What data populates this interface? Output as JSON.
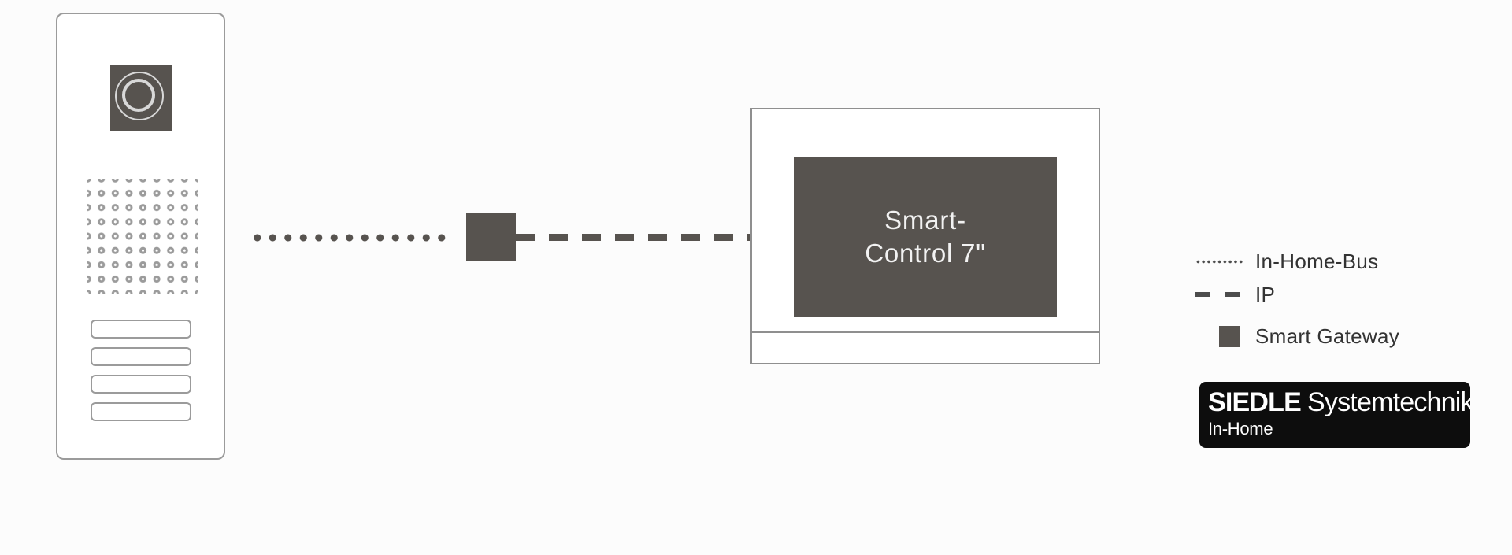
{
  "door_station": {
    "call_button_count": 4,
    "speaker_grid_rows": 8,
    "speaker_grid_cols": 8
  },
  "monitor": {
    "lines": [
      "Smart-",
      "Control 7\""
    ]
  },
  "legend": {
    "items": [
      {
        "symbol": "dotted-line",
        "label": "In-Home-Bus"
      },
      {
        "symbol": "dashed-line",
        "label": "IP"
      },
      {
        "symbol": "gateway-square",
        "label": "Smart Gateway"
      }
    ]
  },
  "logo": {
    "brand": "SIEDLE",
    "product": "Systemtechnik",
    "line2": "In-Home"
  },
  "colors": {
    "dark": "#57534f",
    "outline": "#9b9b9b",
    "frame": "#8f8f8f",
    "legend_text": "#333333",
    "logo_bg": "#0d0d0d",
    "bg": "#fcfcfc"
  }
}
